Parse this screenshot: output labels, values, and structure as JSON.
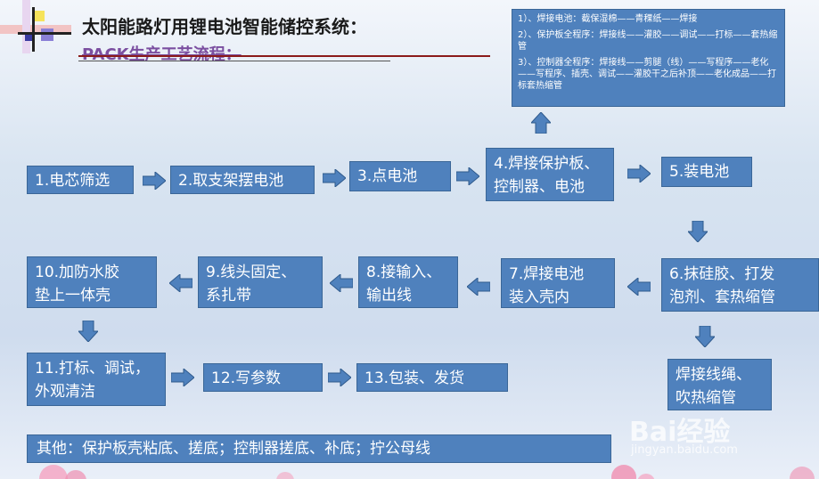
{
  "title": "太阳能路灯用锂电池智能储控系统：",
  "subtitle": "PACK生产工艺流程：",
  "note_lines": [
    "1）、焊接电池：截保湿棉——青稞纸——焊接",
    "2）、保护板全程序：焊接线——灌胶——调试——打标——套热缩管",
    "3）、控制器全程序：焊接线——剪腿（线）——写程序——老化——写程序、插壳、调试——灌胶干之后补顶——老化成品——打标套热缩管"
  ],
  "steps": [
    {
      "lines": [
        "1.电芯筛选"
      ]
    },
    {
      "lines": [
        "2.取支架摆电池"
      ]
    },
    {
      "lines": [
        "3.点电池"
      ]
    },
    {
      "lines": [
        "4.焊接保护板、",
        "控制器、电池"
      ]
    },
    {
      "lines": [
        "5.装电池"
      ]
    },
    {
      "lines": [
        "6.抹硅胶、打发",
        "泡剂、套热缩管"
      ]
    },
    {
      "lines": [
        "7.焊接电池",
        "装入壳内"
      ]
    },
    {
      "lines": [
        "8.接输入、",
        "输出线"
      ]
    },
    {
      "lines": [
        "9.线头固定、",
        "系扎带"
      ]
    },
    {
      "lines": [
        "10.加防水胶",
        "垫上一体壳"
      ]
    },
    {
      "lines": [
        "11.打标、调试，",
        "外观清洁"
      ]
    },
    {
      "lines": [
        "12.写参数"
      ]
    },
    {
      "lines": [
        "13.包装、发货"
      ]
    },
    {
      "lines": [
        "焊接线绳、",
        "吹热缩管"
      ]
    }
  ],
  "footer": "其他：保护板壳粘底、搓底；控制器搓底、补底；拧公母线",
  "watermark": "Bai经验",
  "watermark_sub": "jingyan.baidu.com",
  "colors": {
    "box": "#4f81bd",
    "arrow": "#4f81bd"
  }
}
